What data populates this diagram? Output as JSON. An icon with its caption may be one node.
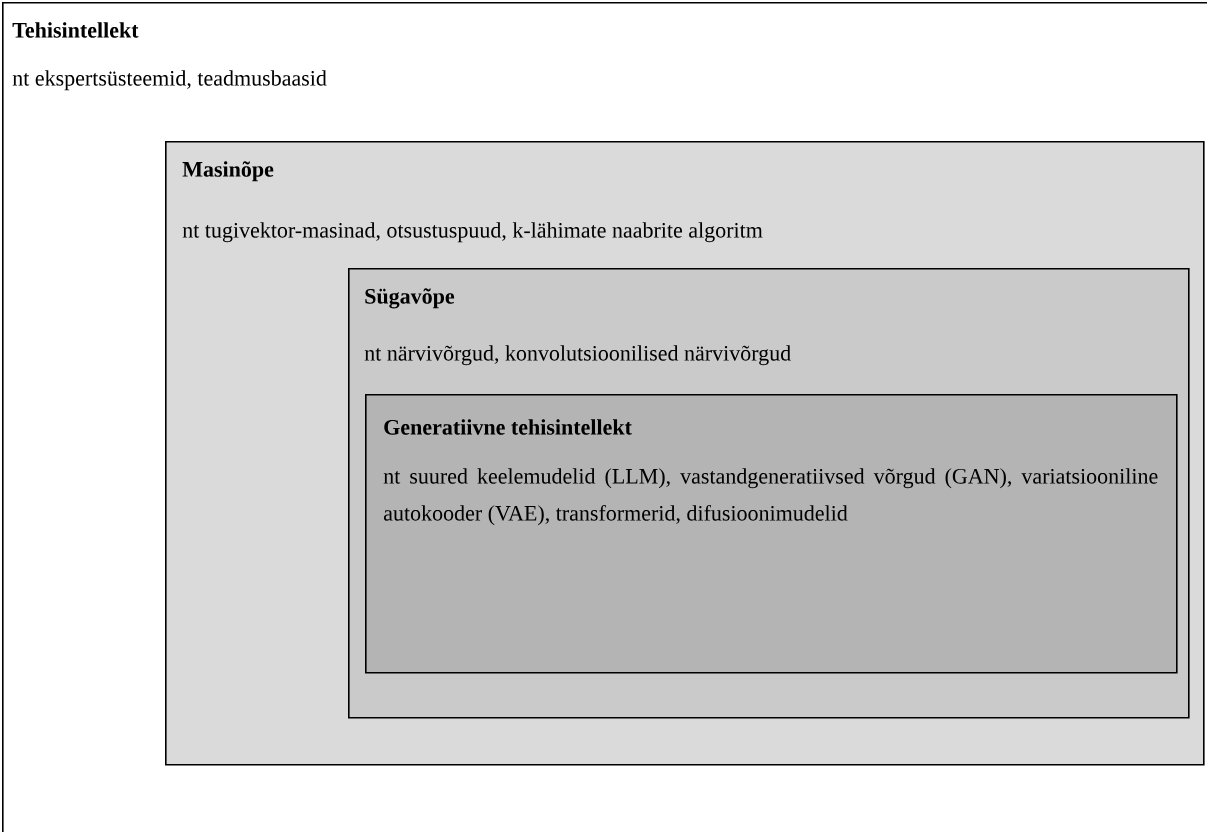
{
  "diagram": {
    "nodes": [
      {
        "text": [
          "Tehisintellekt",
          "nt ekspertsüsteemid, teadmusbaasid"
        ]
      },
      {
        "text": [
          "Masinõpe",
          "nt tugivektor-masinad, otsustuspuud, k-lähimate naabrite algoritm"
        ],
        "in": 0
      },
      {
        "text": [
          "Sügavõpe",
          "nt närvivõrgud, konvolutsioonilised närvivõrgud"
        ],
        "in": 1
      },
      {
        "text": [
          "Generatiivne tehisintellekt",
          "nt suured keelemudelid (LLM), vastandgeneratiivsed võrgud (GAN), variatsiooniline autokooder (VAE), transformerid, difusioonimudelid"
        ],
        "in": 2
      }
    ]
  }
}
